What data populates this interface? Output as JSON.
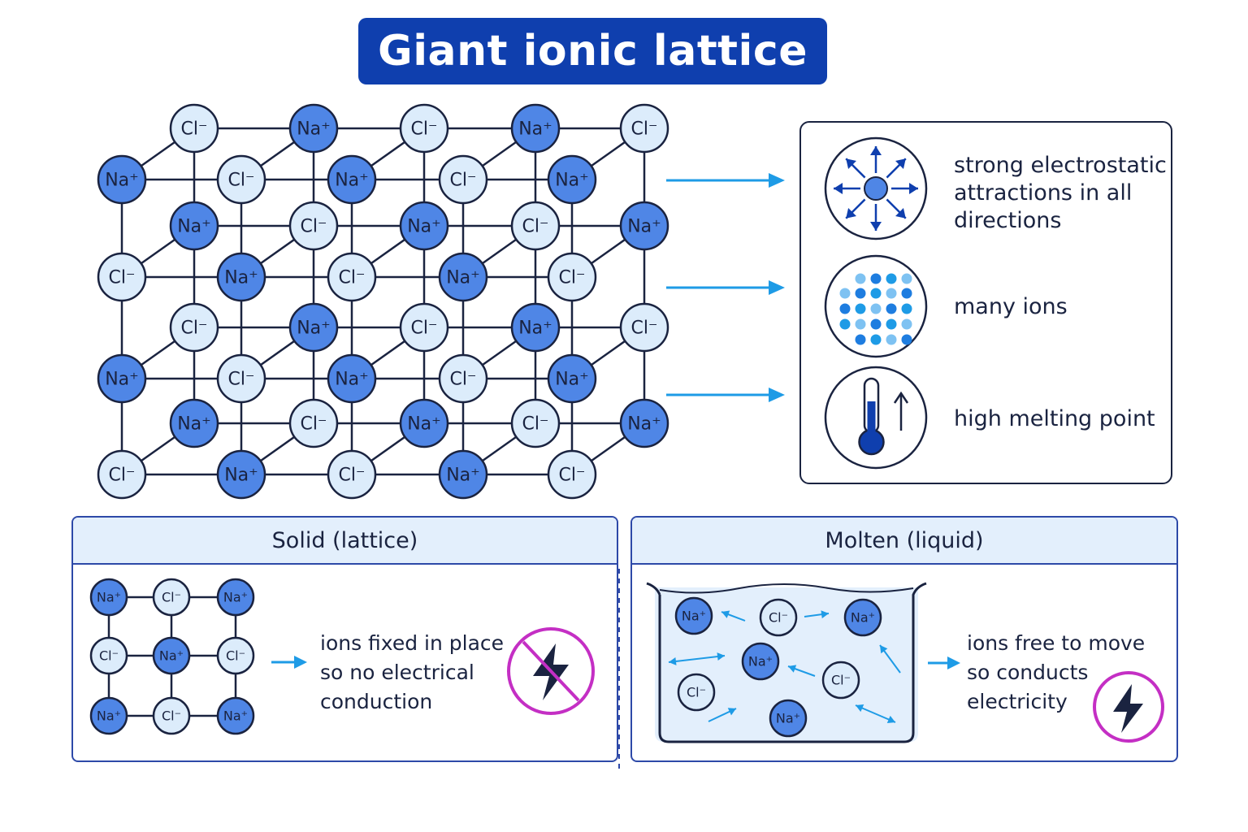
{
  "title": "Giant ionic lattice",
  "ions": {
    "na": "Na⁺",
    "cl": "Cl⁻"
  },
  "properties": [
    {
      "icon": "electrostatic-attraction-icon",
      "text": "strong electrostatic\nattractions in all\ndirections"
    },
    {
      "icon": "many-ions-icon",
      "text": "many ions"
    },
    {
      "icon": "thermometer-rising-icon",
      "text": "high melting point"
    }
  ],
  "solid": {
    "heading": "Solid (lattice)",
    "text": "ions fixed in place\nso no electrical\nconduction",
    "icon": "no-conduction-icon"
  },
  "molten": {
    "heading": "Molten (liquid)",
    "text": "ions free to move\nso conducts\nelectricity",
    "icon": "conduction-icon"
  },
  "colors": {
    "title_bg": "#0f3fae",
    "na_fill": "#4f86e6",
    "cl_fill": "#dcecfb",
    "outline": "#1a2340",
    "arrow": "#1e9be6",
    "symbol_ring": "#c42fc4"
  }
}
